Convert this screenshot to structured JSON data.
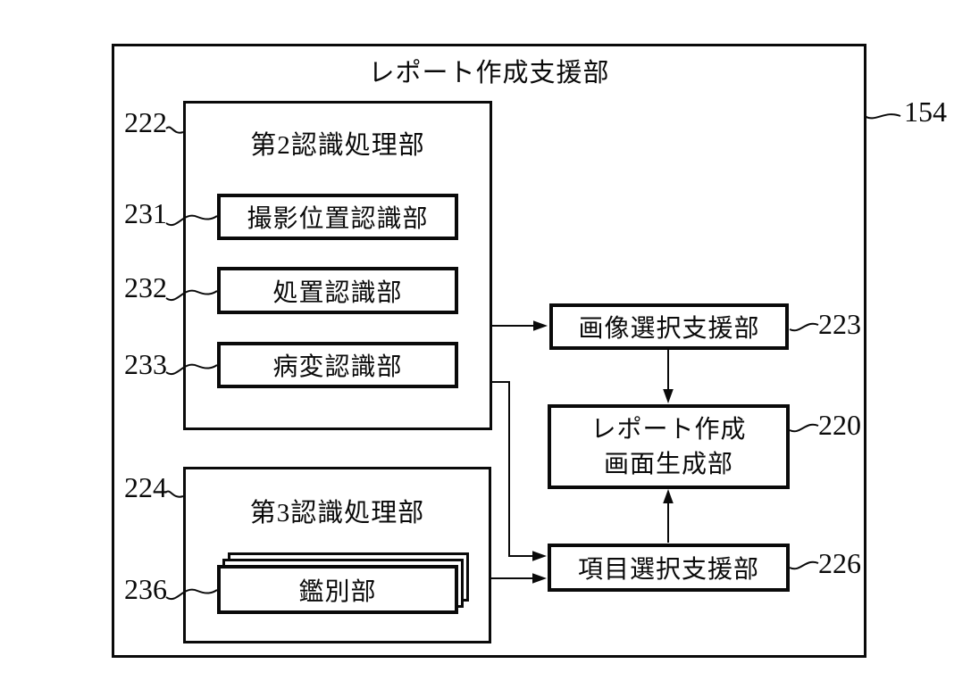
{
  "figure": {
    "title": "レポート作成支援部",
    "outer_ref": "154",
    "blocks": {
      "recognition2": {
        "label": "第2認識処理部",
        "ref": "222"
      },
      "shooting_position": {
        "label": "撮影位置認識部",
        "ref": "231"
      },
      "treatment": {
        "label": "処置認識部",
        "ref": "232"
      },
      "lesion": {
        "label": "病変認識部",
        "ref": "233"
      },
      "recognition3": {
        "label": "第3認識処理部",
        "ref": "224"
      },
      "discrimination": {
        "label": "鑑別部",
        "ref": "236"
      },
      "image_select": {
        "label": "画像選択支援部",
        "ref": "223"
      },
      "report_screen": {
        "label_line1": "レポート作成",
        "label_line2": "画面生成部",
        "ref": "220"
      },
      "item_select": {
        "label": "項目選択支援部",
        "ref": "226"
      }
    }
  }
}
